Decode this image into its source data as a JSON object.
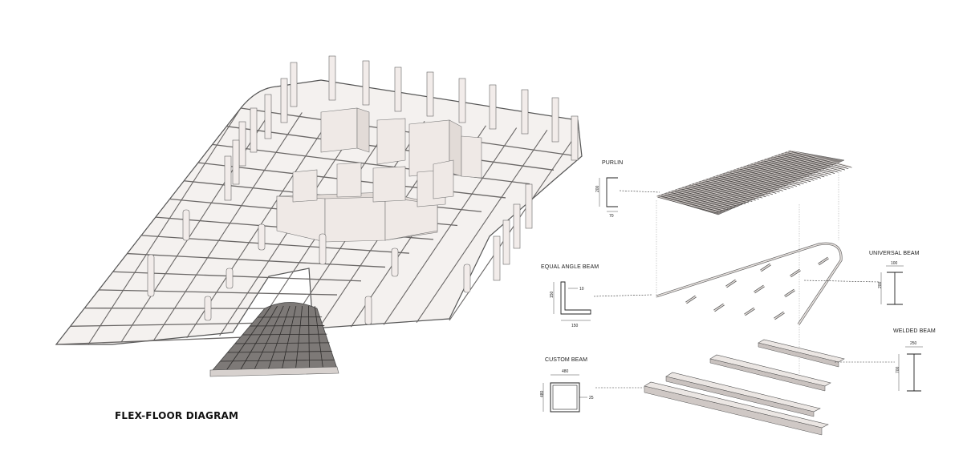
{
  "title": "FLEX-FLOOR DIAGRAM",
  "components": {
    "purlin": {
      "label": "PURLIN",
      "dims": [
        "200",
        "70"
      ]
    },
    "equal_angle": {
      "label": "EQUAL ANGLE BEAM",
      "dims": [
        "150",
        "10",
        "150"
      ]
    },
    "universal": {
      "label": "UNIVERSAL BEAM",
      "dims": [
        "100",
        "200"
      ]
    },
    "welded": {
      "label": "WELDED BEAM",
      "dims": [
        "250",
        "700"
      ]
    },
    "custom": {
      "label": "CUSTOM BEAM",
      "dims": [
        "480",
        "480",
        "25"
      ]
    }
  }
}
